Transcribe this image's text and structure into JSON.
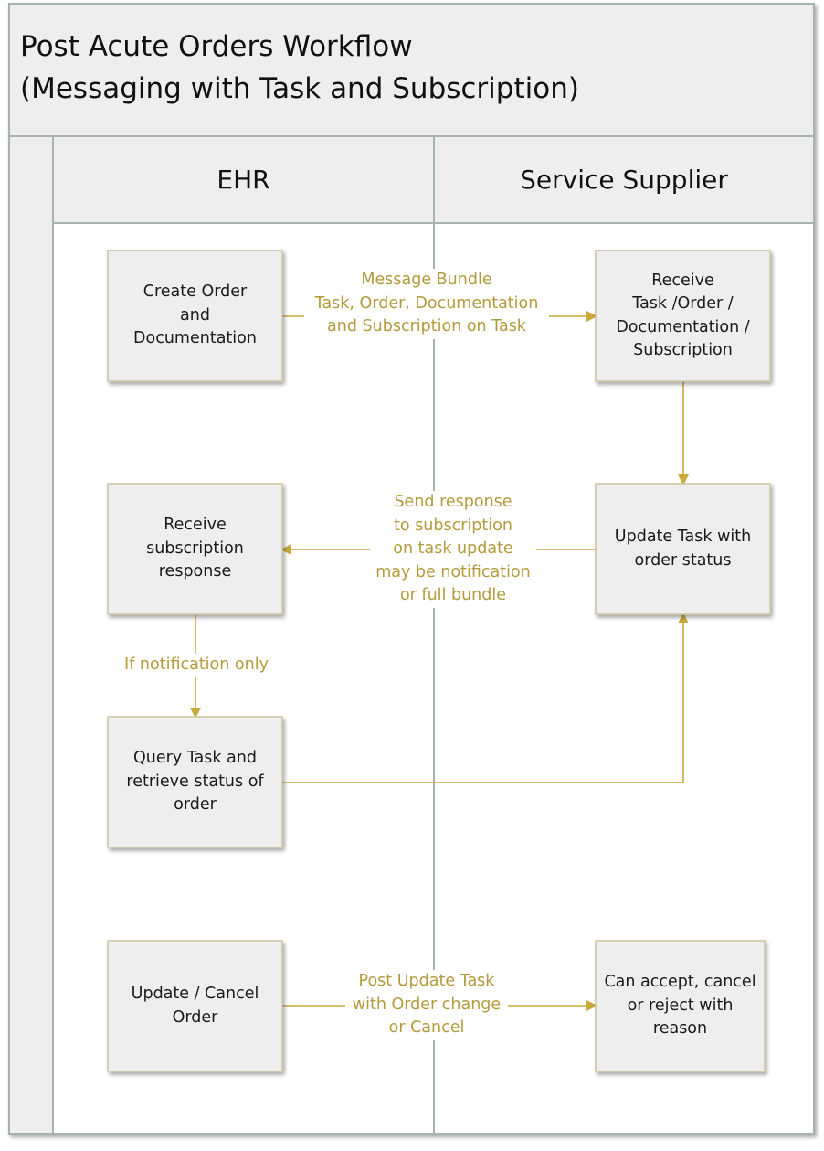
{
  "title": "Post Acute Orders Workflow\n(Messaging with Task and Subscription)",
  "lanes": [
    "EHR",
    "Service Supplier"
  ],
  "colors": {
    "box_fill": "#eeeeee",
    "box_stroke": "#ccc4a0",
    "arrow": "#c9a93c",
    "label": "#b39a3a",
    "frame_stroke": "#a6b4ad",
    "header_fill": "#eeeeee"
  },
  "nodes": [
    {
      "id": "create-order",
      "label": "Create Order\nand\nDocumentation"
    },
    {
      "id": "receive-task",
      "label": "Receive\nTask /Order /\nDocumentation /\nSubscription"
    },
    {
      "id": "receive-subscription",
      "label": "Receive\nsubscription\nresponse"
    },
    {
      "id": "update-task",
      "label": "Update Task with\norder status"
    },
    {
      "id": "query-task",
      "label": "Query Task and\nretrieve status of\norder"
    },
    {
      "id": "update-cancel",
      "label": "Update / Cancel\nOrder"
    },
    {
      "id": "accept-cancel",
      "label": "Can accept, cancel\nor reject with\nreason"
    }
  ],
  "edges": [
    {
      "id": "message-bundle",
      "label": "Message Bundle\nTask, Order, Documentation\nand Subscription on Task"
    },
    {
      "id": "receive-to-update",
      "label": ""
    },
    {
      "id": "send-response",
      "label": "Send response\nto subscription\non task update\nmay be notification\nor full bundle"
    },
    {
      "id": "if-notification",
      "label": "If notification only"
    },
    {
      "id": "query-to-update",
      "label": ""
    },
    {
      "id": "post-update",
      "label": "Post Update Task\nwith Order change\nor Cancel"
    }
  ]
}
